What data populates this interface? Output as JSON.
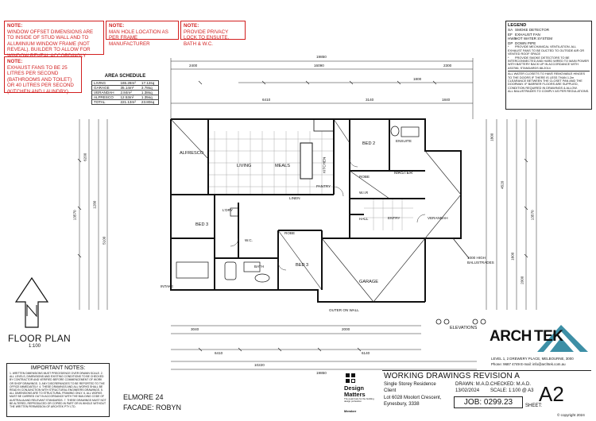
{
  "notes": [
    {
      "header": "NOTE:",
      "text": "WINDOW OFFSET DIMENSIONS ARE TO INSIDE OF STUD WALL AND TO ALUMINIUM WINDOW FRAME (NOT REVEAL). BUILDER TO ALLOW FOR WINDOW REVEAL ACCORDINGLY"
    },
    {
      "header": "NOTE:",
      "text": "MAN HOLE LOCATION AS PER FRAME MANUFACTURER"
    },
    {
      "header": "NOTE:",
      "text": "PROVIDE PRIVACY LOCK TO ENSUITE, BATH & W.C."
    },
    {
      "header": "NOTE:",
      "text": "EXHAUST FANS TO BE 25 LITRES PER SECOND (BATHROOMS AND TOILET) OR 40 LITRES PER SECOND (KITCHEN AND LAUNDRY)"
    }
  ],
  "area_schedule": {
    "title": "AREA SCHEDULE",
    "rows": [
      [
        "LIVING",
        "165.28m²",
        "17.12sq"
      ],
      [
        "GARAGE",
        "35.14m²",
        "3.78sq"
      ],
      [
        "VERANDAH",
        "2.84m²",
        "1.38sq"
      ],
      [
        "ALFRESCO",
        "12.53m²",
        "1.35sq"
      ],
      [
        "TOTAL",
        "221.13m²",
        "23.80sq"
      ]
    ]
  },
  "legend": {
    "title": "LEGEND",
    "items": [
      {
        "symbol": "SA",
        "text": "SMOKE DETECTOR"
      },
      {
        "symbol": "EF",
        "text": "EXHAUST FAN"
      },
      {
        "symbol": "HWS",
        "text": "HOT WATER SYSTEM"
      },
      {
        "symbol": "DP",
        "text": "DOWN PIPE"
      },
      {
        "symbol": "*",
        "text": "PROVIDE MECHANICAL VENTILATION. ALL EXHAUST FANS TO BE DUCTED TO OUTSIDE AIR OR VENTED ROOF SPACE"
      },
      {
        "symbol": "*",
        "text": "PROVIDE SMOKE DETECTORS TO BE INTERCONNECTED AND HARD WIRED TO MAIN POWER WITH BATTERY BACK UP IN ACCORDANCE WITH AS3786, STANDARDS 88-2014"
      }
    ],
    "door_note": "ALL WATER CLOSETS TO HAVE REMOVABLE HINGES TO THE DOORS IF THERE IS LESS THAN 1.2m CLEARANCE BETWEEN THE CLOSET PAN AND THE DOORWAY. IF BARRIER FLOORS ARE SUPPLIED, CONDITION REQUIRED IN DRAWINGS & ALLOW.",
    "balustrade_note": "ALL BALUSTRADES TO COMPLY AS PER REGULATIONS."
  },
  "rooms": {
    "alfresco": "ALFRESCO",
    "living": "LIVING",
    "meals": "MEALS",
    "kitchen": "KITCHEN",
    "bed2": "BED 2",
    "ensuite": "ENSUITE",
    "master": "MASTER",
    "robe": "ROBE",
    "wir": "W.I.R",
    "entry": "ENTRY",
    "hall": "HALL",
    "verandah": "VERANDAH",
    "bed3_left": "BED 3",
    "bed3_right": "BED 3",
    "robe2": "ROBE",
    "bath": "BATH",
    "ldy": "L'DRY",
    "wc": "W.C.",
    "garage": "GARAGE",
    "linen": "LINEN",
    "pantry": "PANTRY"
  },
  "annotations": {
    "outer_wall": "OUTER ON WALL",
    "balustrade": "1000 HIGH BALUSTRADES",
    "elevations": "ELEVATIONS",
    "elev_nums": [
      "1",
      "2",
      "3",
      "4"
    ],
    "intake": "INTAKE",
    "dims_top": [
      "19850",
      "16090",
      "2400",
      "2300",
      "1800",
      "6410",
      "3140",
      "1840"
    ],
    "dims_bottom": [
      "19850",
      "10220",
      "6140",
      "6410",
      "3040",
      "2000"
    ],
    "dims_left": [
      "6200",
      "1280",
      "5100",
      "13570"
    ],
    "dims_right": [
      "1800",
      "4520",
      "13570",
      "1600",
      "2000"
    ]
  },
  "floor_plan": {
    "title": "FLOOR PLAN",
    "scale": "1:100"
  },
  "important_notes": {
    "title": "IMPORTANT NOTES:",
    "text": "1. WRITTEN DIMENSIONS MUST PRECEDENCE OVER DRAWN SCALE. 2. ALL LEVELS, DIMENSIONS AND EXISTING CONDITIONS TO BE CHECKED BY CONTRACTOR AND VERIFIED BEFORE COMMENCEMENT OF WORK OR SHOP DRAWINGS. 3. ANY DISCREPANCIES TO BE REPORTED TO THE OFFICE IMMEDIATELY. 4. THESE DRAWINGS AND ALL WORKS SHALL BE READ IN CONJUNCTION WITH STRUCTURAL ENGINEERS DRAWINGS. 5. ALL DIMENSIONS ARE TO STRUCTURAL FRAMING ONLY. 6. ALL WORKS MUST BE CARRIED OUT IN ACCORDANCE WITH THE BUILDING CODE OF AUSTRALIA AND RELEVANT STANDARDS. 7. THESE DRAWINGS MUST NOT BE ALTERED, REPRODUCED OR COPIED IN PART OR IN WHOLE WITHOUT THE WRITTEN PERMISSION OF ARCHTEK PTY LTD."
  },
  "title_block": {
    "model": "ELMORE 24",
    "facade": "FACADE: ROBYN",
    "stage": "WORKING DRAWINGS REVISION A",
    "project": "Single Storey Residence",
    "client": "Client",
    "lot": "Lot 6028 Moolort Crescent,",
    "suburb": "Eynesbury, 3338",
    "drawn": "DRAWN: M.A.D.",
    "checked": "CHECKED: M.A.D.",
    "date": "13/02/2024",
    "scale": "SCALE: 1:100 @ A3",
    "job": "JOB: 0299.23",
    "sheet_label": "SHEET:",
    "sheet": "A2",
    "copyright": "© copyright 2024"
  },
  "design_matters": {
    "line1": "Design",
    "line2": "Matters",
    "tagline": "The peak body for the building design profession",
    "member": "Member"
  },
  "brand": {
    "name_left": "ARCH",
    "name_right": "TEK",
    "address": "LEVEL 1, 2 DREWERY PLACE, MELBOURNE, 3000",
    "contact": "Phone: 9687 4749 E-mail: info@archtek.com.au",
    "accent": "#3d8fa6",
    "note_color": "#d21f1f"
  }
}
